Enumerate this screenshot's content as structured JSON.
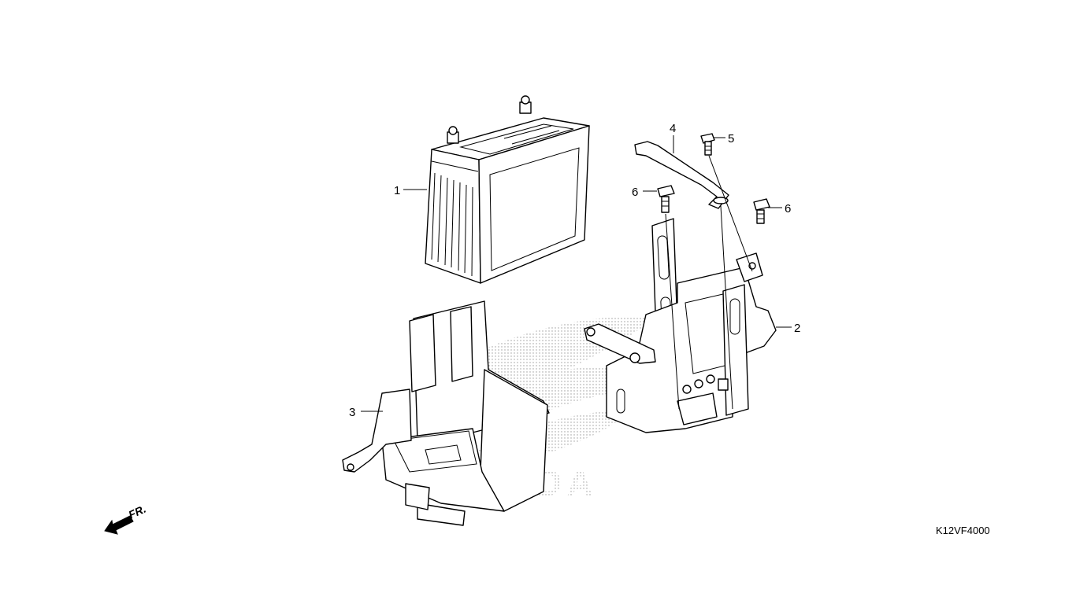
{
  "diagram": {
    "drawing_code": "K12VF4000",
    "direction_label": "FR.",
    "watermark_text": "HONDA",
    "callouts": [
      {
        "id": "1",
        "label": "1"
      },
      {
        "id": "2",
        "label": "2"
      },
      {
        "id": "3",
        "label": "3"
      },
      {
        "id": "4",
        "label": "4"
      },
      {
        "id": "5",
        "label": "5"
      },
      {
        "id": "6a",
        "label": "6"
      },
      {
        "id": "6b",
        "label": "6"
      }
    ]
  }
}
